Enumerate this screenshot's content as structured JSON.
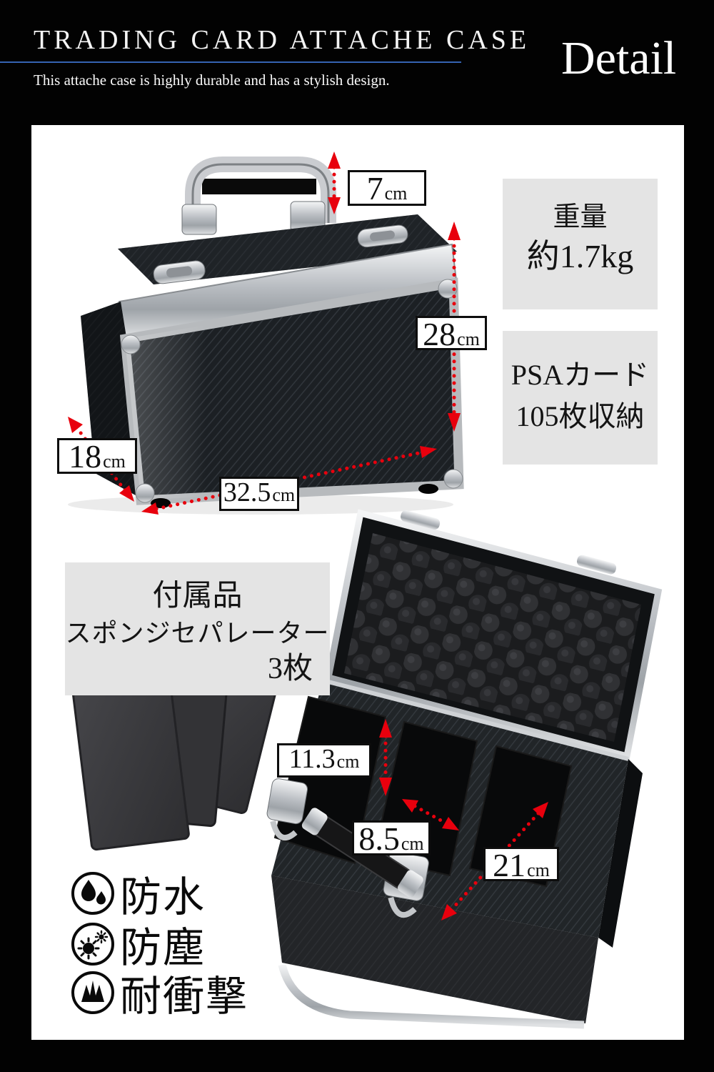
{
  "header": {
    "title": "TRADING CARD ATTACHE CASE",
    "subtitle": "This attache case is highly durable and has a stylish design.",
    "detail_label": "Detail"
  },
  "colors": {
    "accent_red": "#e8000d",
    "accent_blue": "#3563b2",
    "panel_gray": "#e4e4e4",
    "background": "#000000"
  },
  "dimensions": {
    "handle_height": {
      "value": "7",
      "unit": "cm"
    },
    "case_height": {
      "value": "28",
      "unit": "cm"
    },
    "case_depth": {
      "value": "18",
      "unit": "cm"
    },
    "case_width": {
      "value": "32.5",
      "unit": "cm"
    },
    "slot_depth": {
      "value": "11.3",
      "unit": "cm"
    },
    "slot_width": {
      "value": "8.5",
      "unit": "cm"
    },
    "slot_length": {
      "value": "21",
      "unit": "cm"
    }
  },
  "info_boxes": {
    "weight": {
      "line1": "重量",
      "line2": "約1.7kg"
    },
    "capacity": {
      "line1": "PSAカード",
      "line2": "105枚収納"
    }
  },
  "accessory_box": {
    "line1": "付属品",
    "line2": "スポンジセパレーター",
    "line3": "3枚"
  },
  "features": [
    {
      "icon": "water-drops-icon",
      "label": "防水"
    },
    {
      "icon": "dust-particles-icon",
      "label": "防塵"
    },
    {
      "icon": "impact-burst-icon",
      "label": "耐衝撃"
    }
  ]
}
